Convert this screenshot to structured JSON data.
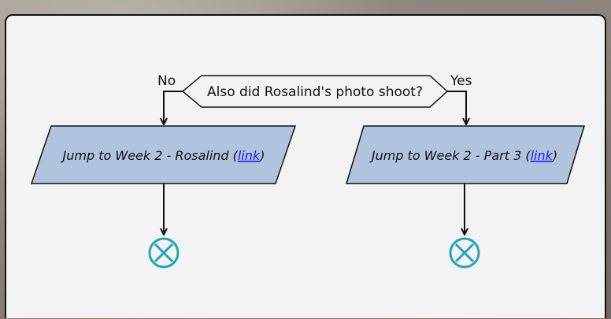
{
  "diagram": {
    "decision": {
      "text": "Also did Rosalind's photo shoot?",
      "no_label": "No",
      "yes_label": "Yes"
    },
    "left_box": {
      "text": "Jump to Week 2 - Rosalind (",
      "link": "link",
      "suffix": ")"
    },
    "right_box": {
      "text": "Jump to Week 2 - Part 3 (",
      "link": "link",
      "suffix": ")"
    },
    "colors": {
      "box_fill": "#b0c4de",
      "end_stroke": "#1fa6b8",
      "link": "#1a1aff"
    },
    "end_icon": "circle-x-icon"
  }
}
